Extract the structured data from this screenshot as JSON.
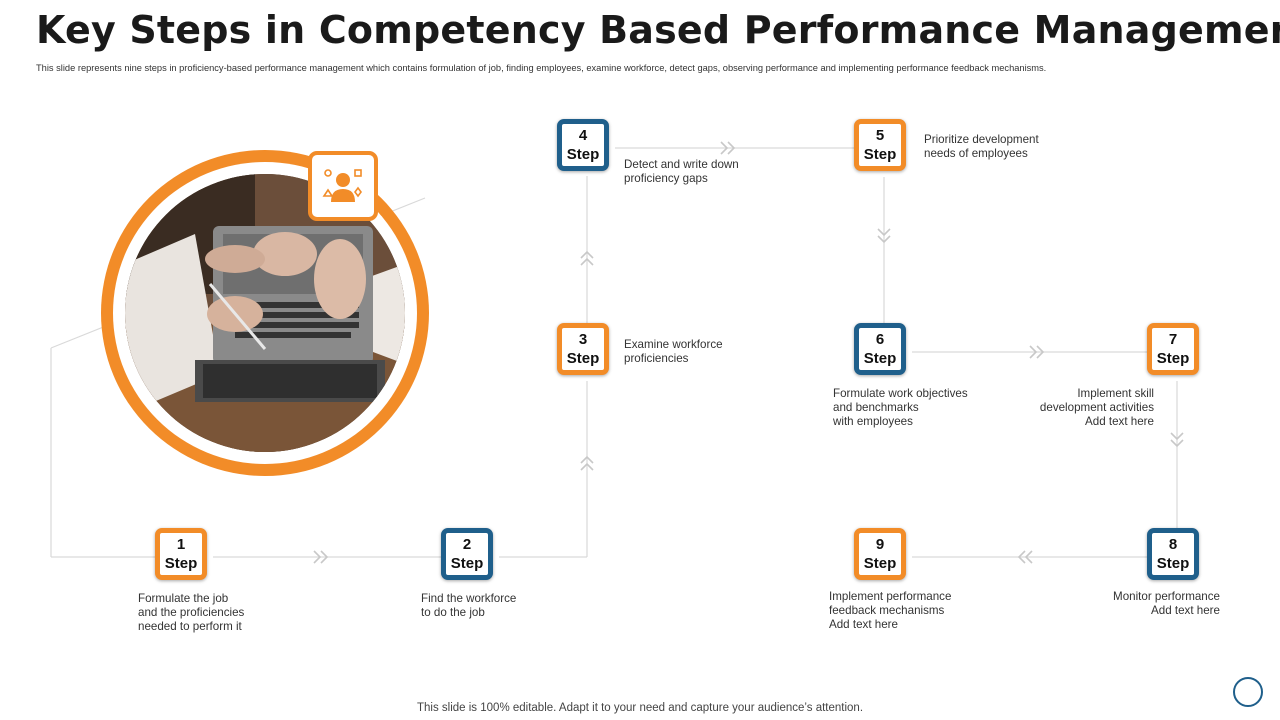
{
  "title": "Key Steps in Competency Based Performance Management",
  "subtitle": "This slide represents nine steps in proficiency-based performance management which contains formulation of job,  finding employees, examine  workforce, detect gaps, observing performance and implementing  performance feedback mechanisms.",
  "footer": "This slide is 100% editable. Adapt it to your need and capture your audience’s attention.",
  "colors": {
    "orange": "#f28c28",
    "blue": "#1f5f8b",
    "connector": "#d6d6d6"
  },
  "photo": {
    "icon": "people-competency-icon",
    "description_icon": "laptop-photo"
  },
  "steps": [
    {
      "number": "1",
      "label": "Step",
      "text": "Formulate the job\nand the proficiencies\nneeded to perform it",
      "color": "orange"
    },
    {
      "number": "2",
      "label": "Step",
      "text": "Find the workforce\nto do the job",
      "color": "blue"
    },
    {
      "number": "3",
      "label": "Step",
      "text": "Examine workforce\nproficiencies",
      "color": "orange"
    },
    {
      "number": "4",
      "label": "Step",
      "text": "Detect and write down\nproficiency gaps",
      "color": "blue"
    },
    {
      "number": "5",
      "label": "Step",
      "text": "Prioritize development\nneeds of employees",
      "color": "orange"
    },
    {
      "number": "6",
      "label": "Step",
      "text": "Formulate work objectives\nand benchmarks\nwith employees",
      "color": "blue"
    },
    {
      "number": "7",
      "label": "Step",
      "text": "Implement skill\ndevelopment activities\nAdd text here",
      "color": "orange"
    },
    {
      "number": "8",
      "label": "Step",
      "text": "Monitor performance\nAdd text here",
      "color": "blue"
    },
    {
      "number": "9",
      "label": "Step",
      "text": "Implement performance\nfeedback mechanisms\nAdd text here",
      "color": "orange"
    }
  ]
}
